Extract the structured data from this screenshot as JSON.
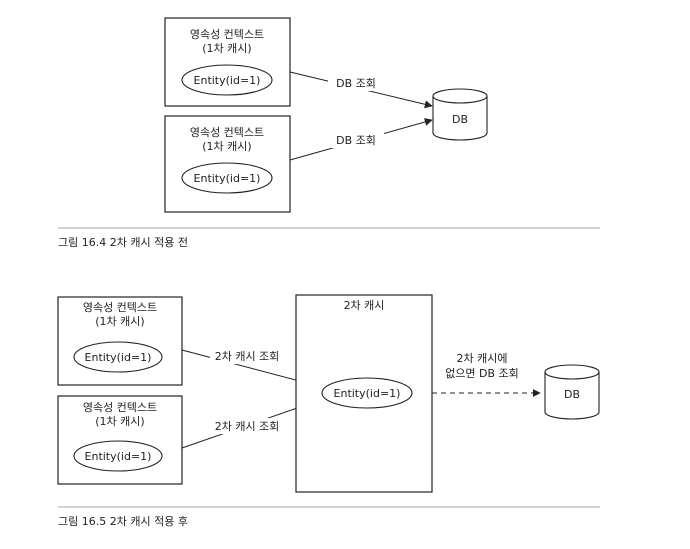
{
  "figure_1": {
    "caption": "그림 16.4 2차 캐시 적용 전",
    "context_top": {
      "title": "영속성 컨텍스트",
      "subtitle": "(1차 캐시)",
      "entity": "Entity(id=1)"
    },
    "context_bottom": {
      "title": "영속성 컨텍스트",
      "subtitle": "(1차 캐시)",
      "entity": "Entity(id=1)"
    },
    "arrow_top_label": "DB 조회",
    "arrow_bottom_label": "DB 조회",
    "db": "DB"
  },
  "figure_2": {
    "caption": "그림 16.5 2차 캐시 적용 후",
    "context_top": {
      "title": "영속성 컨텍스트",
      "subtitle": "(1차 캐시)",
      "entity": "Entity(id=1)"
    },
    "context_bottom": {
      "title": "영속성 컨텍스트",
      "subtitle": "(1차 캐시)",
      "entity": "Entity(id=1)"
    },
    "arrow_top_label": "2차 캐시 조회",
    "arrow_bottom_label": "2차 캐시 조회",
    "cache": {
      "title": "2차 캐시",
      "entity": "Entity(id=1)"
    },
    "db_arrow_label_line1": "2차 캐시에",
    "db_arrow_label_line2": "없으면 DB 조회",
    "db": "DB"
  }
}
